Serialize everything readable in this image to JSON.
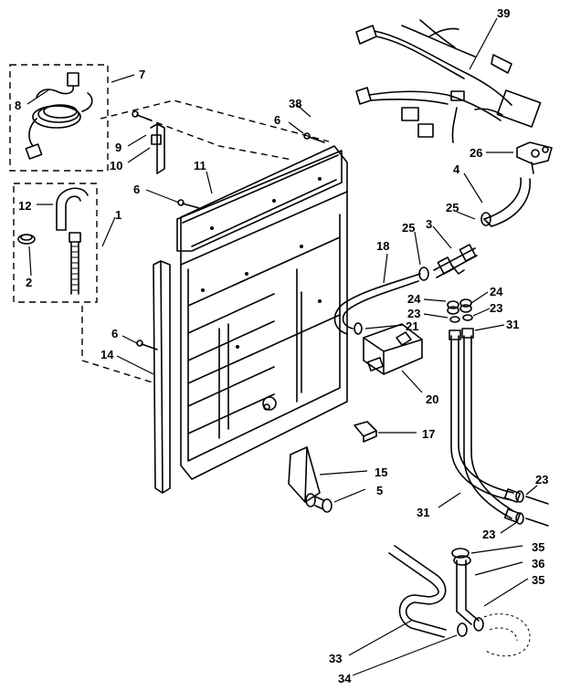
{
  "callouts": {
    "c1": "1",
    "c2": "2",
    "c3": "3",
    "c4": "4",
    "c5": "5",
    "c6a": "6",
    "c6b": "6",
    "c6c": "6",
    "c7": "7",
    "c8": "8",
    "c9": "9",
    "c10": "10",
    "c11": "11",
    "c12": "12",
    "c14": "14",
    "c15": "15",
    "c17": "17",
    "c18": "18",
    "c20": "20",
    "c21": "21",
    "c23a": "23",
    "c23b": "23",
    "c23c": "23",
    "c23d": "23",
    "c24a": "24",
    "c24b": "24",
    "c25a": "25",
    "c25b": "25",
    "c26": "26",
    "c31a": "31",
    "c31b": "31",
    "c33": "33",
    "c34": "34",
    "c35a": "35",
    "c35b": "35",
    "c36": "36",
    "c38": "38",
    "c39": "39"
  }
}
